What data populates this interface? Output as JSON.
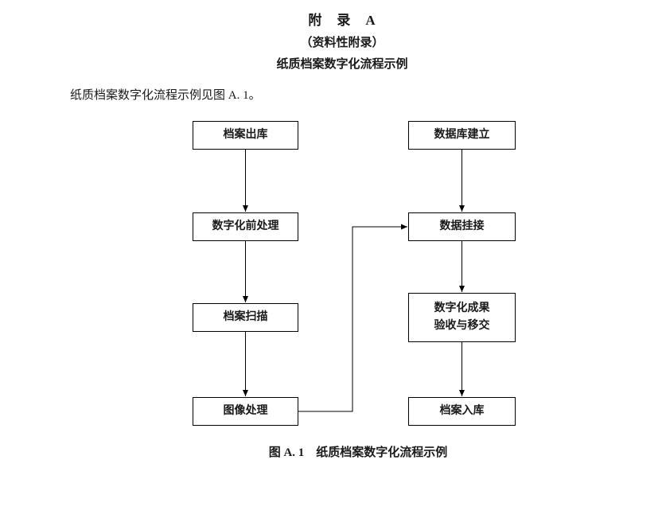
{
  "header": {
    "appendix_title": "附　录　A",
    "appendix_subtitle": "（资料性附录）",
    "appendix_heading": "纸质档案数字化流程示例",
    "intro_text": "纸质档案数字化流程示例见图 A. 1。"
  },
  "flowchart": {
    "left_column": [
      {
        "label": "档案出库"
      },
      {
        "label": "数字化前处理"
      },
      {
        "label": "档案扫描"
      },
      {
        "label": "图像处理"
      }
    ],
    "right_column": [
      {
        "label": "数据库建立"
      },
      {
        "label": "数据挂接"
      },
      {
        "label": "数字化成果\n验收与移交"
      },
      {
        "label": "档案入库"
      }
    ]
  },
  "caption": "图 A. 1　纸质档案数字化流程示例",
  "colors": {
    "line": "#000000",
    "background": "#ffffff",
    "text": "#1a1a1a"
  }
}
